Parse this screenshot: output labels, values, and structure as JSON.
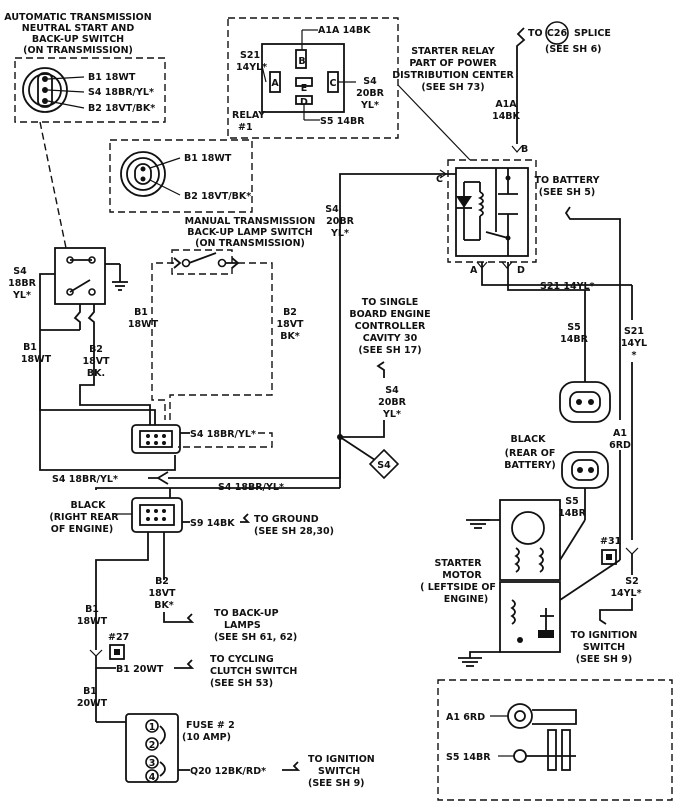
{
  "auto_switch": {
    "title": [
      "AUTOMATIC TRANSMISSION",
      "NEUTRAL START AND",
      "BACK-UP SWITCH",
      "(ON TRANSMISSION)"
    ],
    "pins": [
      "B1 18WT",
      "S4 18BR/YL*",
      "B2 18VT/BK*"
    ]
  },
  "manual_switch": {
    "pins": [
      "B1 18WT",
      "B2 18VT/BK*"
    ],
    "title": [
      "MANUAL TRANSMISSION",
      "BACK-UP LAMP SWITCH",
      "(ON TRANSMISSION)"
    ]
  },
  "relay": {
    "a1a_top": "A1A  14BK",
    "s21": [
      "S21",
      "14YL*"
    ],
    "s4": [
      "S4",
      "20BR",
      "YL*"
    ],
    "s5": "S5  14BR",
    "name": [
      "RELAY",
      "#1"
    ],
    "terminals": [
      "A",
      "B",
      "C",
      "D",
      "E"
    ]
  },
  "splice": {
    "to": "TO",
    "id": "C26",
    "label": "SPLICE",
    "ref": "(SEE SH 6)"
  },
  "starter_relay_label": [
    "STARTER RELAY",
    "PART OF POWER",
    "DISTRIBUTION CENTER",
    "(SEE SH 73)"
  ],
  "pdc": {
    "a1a": [
      "A1A",
      "14BK"
    ],
    "terminals": [
      "B",
      "C",
      "A",
      "D"
    ],
    "to_battery": [
      "TO BATTERY",
      "(SEE SH 5)"
    ],
    "s21_run": "S21  14YL*"
  },
  "wires": {
    "s4_left": [
      "S4",
      "18BR",
      "YL*"
    ],
    "b1_left": [
      "B1",
      "18WT"
    ],
    "b2_left": [
      "B2",
      "18VT",
      "BK."
    ],
    "b1_mid": [
      "B1",
      "18WT"
    ],
    "b2_mid": [
      "B2",
      "18VT",
      "BK*"
    ],
    "s4_main": [
      "S4",
      "20BR",
      "YL*"
    ],
    "s4_conn": "S4  18BR/YL*",
    "s4_long": "S4  18BR/YL*",
    "s4_bottom": "S4  18BR/YL*",
    "s4_board": [
      "S4",
      "20BR",
      "YL*"
    ],
    "s5_14br": [
      "S5",
      "14BR"
    ],
    "s21_right": [
      "S21",
      "14YL",
      "*"
    ],
    "a1_6rd": [
      "A1",
      "6RD"
    ],
    "s9": "S9  14BK",
    "b2_low": [
      "B2",
      "18VT",
      "BK*"
    ],
    "b1_low": [
      "B1",
      "18WT"
    ],
    "b1_20wt": "B1  20WT",
    "b1_20wt_v": [
      "B1",
      "20WT"
    ],
    "q20": "Q20  12BK/RD*",
    "s2_14yl": [
      "S2",
      "14YL*"
    ],
    "s5_low": [
      "S5",
      "14BR"
    ]
  },
  "board_engine": [
    "TO SINGLE",
    "BOARD ENGINE",
    "CONTROLLER",
    "CAVITY 30",
    "(SEE SH 17)"
  ],
  "s4_badge": "S4",
  "connectors": {
    "black_rear_battery": [
      "BLACK",
      "(REAR OF",
      "BATTERY)"
    ],
    "black_right_rear": [
      "BLACK",
      "(RIGHT REAR",
      "OF ENGINE)"
    ]
  },
  "refs": {
    "to_ground": [
      "TO GROUND",
      "(SEE SH 28,30)"
    ],
    "backup_lamps": [
      "TO BACK-UP",
      "LAMPS",
      "(SEE SH 61, 62)"
    ],
    "cycling_clutch": [
      "TO CYCLING",
      "CLUTCH SWITCH",
      "(SEE SH 53)"
    ],
    "ignition_switch_bottom": [
      "TO IGNITION",
      "SWITCH",
      "(SEE SH 9)"
    ],
    "ignition_switch_right": [
      "TO IGNITION",
      "SWITCH",
      "(SEE SH 9)"
    ]
  },
  "starter_motor": [
    "STARTER",
    "MOTOR",
    "( LEFTSIDE OF",
    "ENGINE)"
  ],
  "fuse": {
    "title": [
      "FUSE # 2",
      "(10 AMP)"
    ],
    "pins": [
      "1",
      "2",
      "3",
      "4"
    ]
  },
  "splice_ids": {
    "s27": "#27",
    "s31": "#31"
  },
  "detail": {
    "a1": "A1 6RD",
    "s5": "S5  14BR"
  }
}
